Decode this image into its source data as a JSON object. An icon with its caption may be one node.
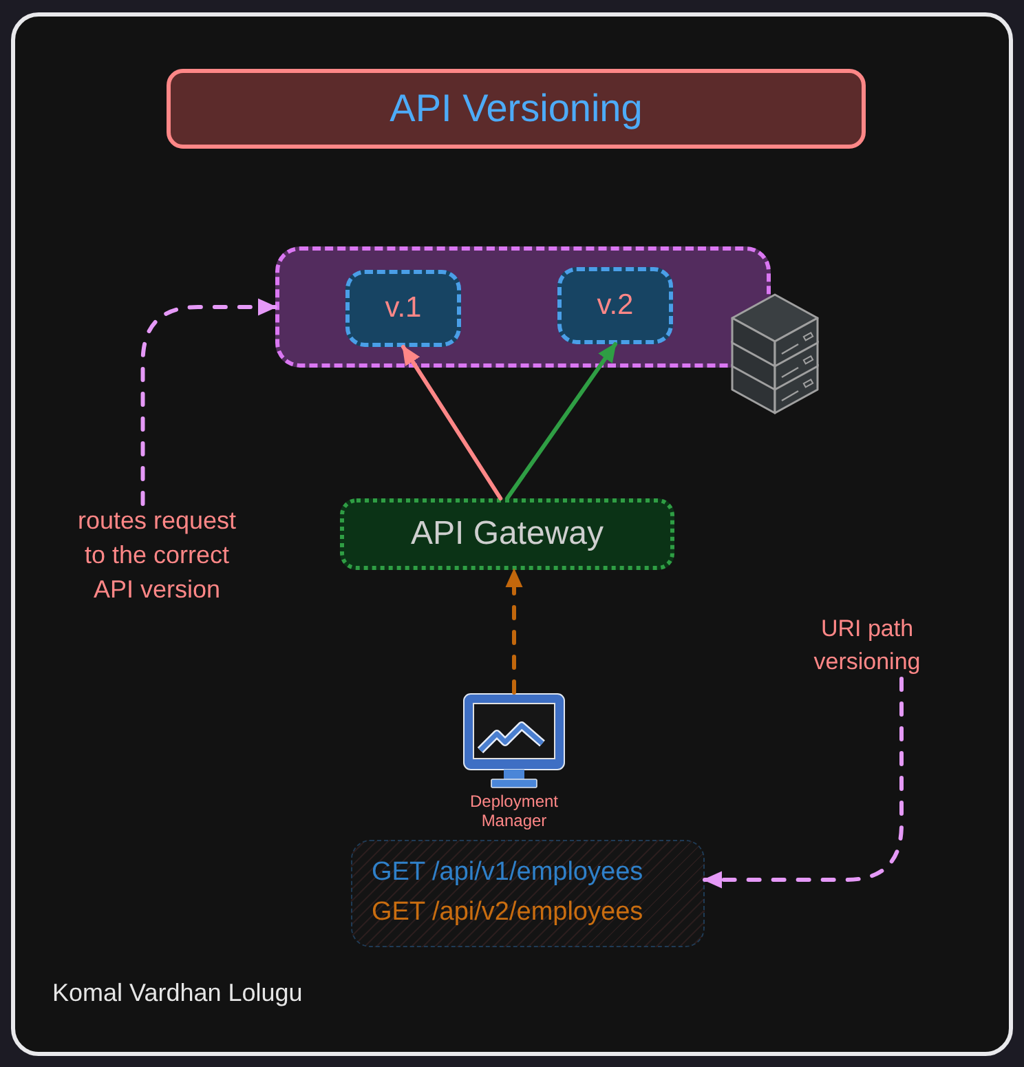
{
  "diagram": {
    "title": "API Versioning",
    "nodes": [
      {
        "text": [],
        "shape": "box"
      },
      {
        "text": [
          "v.1"
        ],
        "in": 0
      },
      {
        "text": [
          "v.2"
        ],
        "in": 0
      },
      {
        "text": [
          "routes request to the correct API version"
        ]
      },
      {
        "text": [
          "API Gateway"
        ]
      },
      {
        "text": [
          "URI path versioning"
        ]
      },
      {
        "text": [],
        "shape": "picture",
        "beside": [
          "Deployment Manager"
        ]
      },
      {
        "text": [
          "GET /api/v1/employees",
          "GET /api/v2/employees"
        ]
      }
    ],
    "edges": [
      {
        "from": 4,
        "to": 1,
        "arrow": "to",
        "color": "#ff8787"
      },
      {
        "from": 4,
        "to": 2,
        "arrow": "to",
        "color": "#2f9e44"
      },
      {
        "from": 6,
        "to": 4,
        "arrow": "to",
        "style": "dashed",
        "color": "#c2670c"
      },
      {
        "from": 3,
        "to": 0,
        "arrow": "to",
        "style": "dashed",
        "color": "#e599f7"
      },
      {
        "from": 5,
        "to": 7,
        "arrow": "to",
        "style": "dashed",
        "color": "#e599f7"
      }
    ],
    "labels": [
      "Komal Vardhan Lolugu"
    ]
  }
}
